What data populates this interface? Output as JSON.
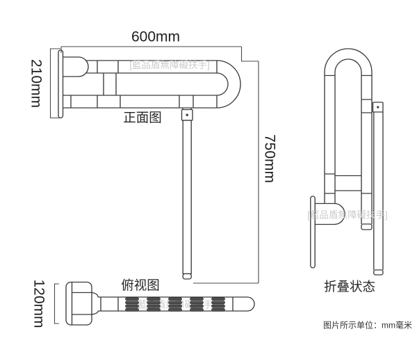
{
  "colors": {
    "background": "#ffffff",
    "line": "#3a3a3a",
    "dimension_line": "#4a4a4a",
    "text": "#1e1e1e",
    "watermark": "#cccccc",
    "rib_fill": "#4f4f4f"
  },
  "front_view": {
    "label": "正面图",
    "watermark": "[藍品盾無障礙扶手]",
    "dim_width": "600mm",
    "dim_height": "210mm",
    "dim_total_height": "750mm"
  },
  "top_view": {
    "label": "俯视图",
    "watermark": "藍品盾無障礙扶手",
    "dim_depth": "120mm"
  },
  "folded_view": {
    "label": "折叠状态",
    "watermark": "[藍品盾無障礙扶手]"
  },
  "footer": {
    "units_note": "图片所示单位：mm毫米"
  }
}
